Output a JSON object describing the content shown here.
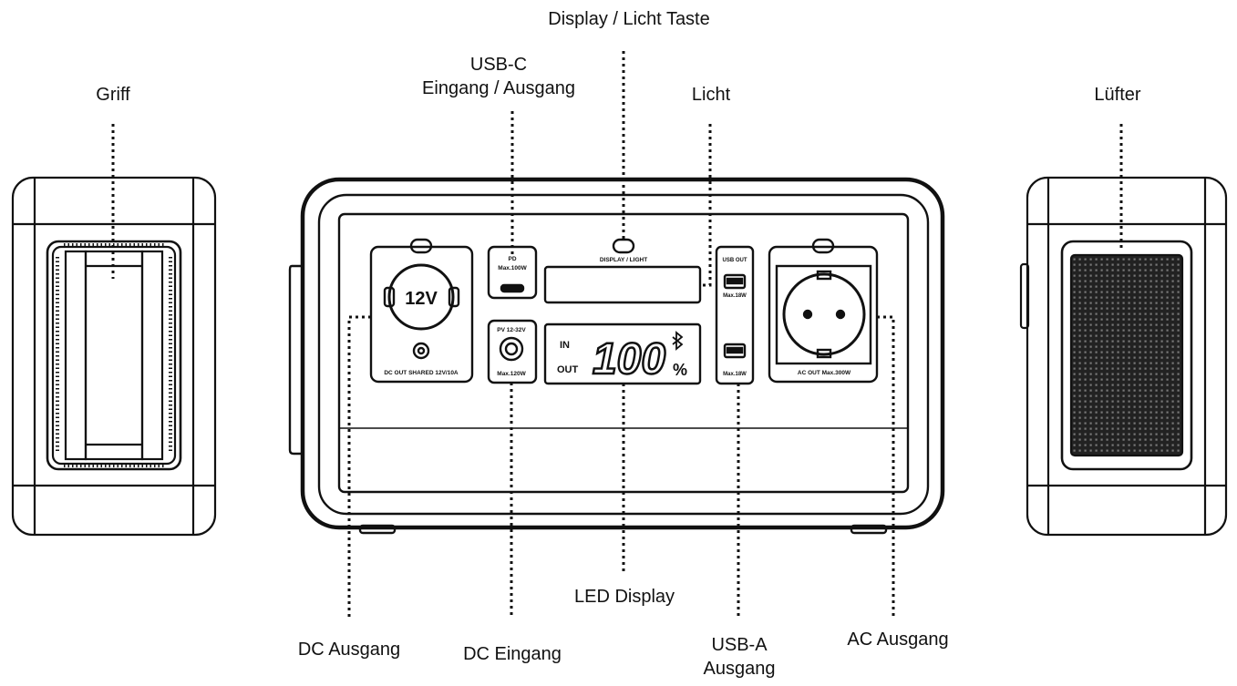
{
  "labels": {
    "griff": "Griff",
    "display_taste": "Display / Licht Taste",
    "usbc_line1": "USB-C",
    "usbc_line2": "Eingang / Ausgang",
    "licht": "Licht",
    "luefter": "Lüfter",
    "led_display": "LED Display",
    "dc_ausgang": "DC Ausgang",
    "dc_eingang": "DC Eingang",
    "usba_line1": "USB-A",
    "usba_line2": "Ausgang",
    "ac_ausgang": "AC Ausgang"
  },
  "device": {
    "dc_out_value": "12V",
    "dc_out_caption": "DC OUT SHARED 12V/10A",
    "pd_label": "PD",
    "pd_max": "Max.100W",
    "pv_label": "PV 12-32V",
    "pv_max": "Max.120W",
    "display_light_label": "DISPLAY / LIGHT",
    "lcd_in": "IN",
    "lcd_out": "OUT",
    "lcd_value": "100",
    "lcd_percent": "%",
    "usb_out_label": "USB OUT",
    "usb_max_1": "Max.18W",
    "usb_max_2": "Max.18W",
    "ac_out_caption": "AC OUT Max.300W"
  },
  "colors": {
    "line": "#111111",
    "background": "#ffffff"
  }
}
